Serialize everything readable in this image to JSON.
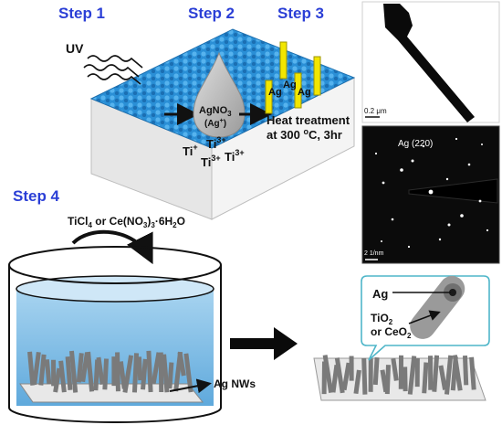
{
  "steps": {
    "step1": "Step 1",
    "step2": "Step 2",
    "step3": "Step 3",
    "step4": "Step 4"
  },
  "step1": {
    "uv_label": "UV",
    "ti_ions": [
      "Ti",
      "Ti",
      "Ti",
      "Ti"
    ],
    "ti_charge": "3+",
    "ti_charge_short": "+"
  },
  "step2": {
    "precursor": "AgNO",
    "precursor_sub": "3",
    "ion": "(Ag",
    "ion_sup": "+",
    "ion_close": ")"
  },
  "step3": {
    "rod_label": "Ag",
    "heat_line1": "Heat treatment",
    "heat_line2_pre": "at 300 ",
    "heat_degree": "o",
    "heat_line2_post": "C, 3hr"
  },
  "tem": {
    "scale_bar": "0.2 μm"
  },
  "saed": {
    "label": "Ag (220)",
    "scale_bar": "2 1/nm"
  },
  "step4": {
    "precursor_a": "TiCl",
    "precursor_a_sub": "4",
    "connector": " or Ce(NO",
    "precursor_b_sub": "3",
    "precursor_b_rest": ")",
    "precursor_b_sub2": "3",
    "precursor_b_end": "·6H",
    "precursor_b_sub3": "2",
    "precursor_b_tail": "O",
    "nanowire_label": "Ag NWs"
  },
  "callout": {
    "core_label": "Ag",
    "shell_line1": "TiO",
    "shell_line1_sub": "2",
    "shell_line2": "or CeO",
    "shell_line2_sub": "2"
  },
  "colors": {
    "step_text": "#2b3fd6",
    "surface_blue": "#2a8fd6",
    "ag_rod_yellow": "#f2e600",
    "solution_blue": "#8fc6ea",
    "nanowire_grey": "#7a7a7a",
    "callout_border": "#4fb6c9"
  }
}
